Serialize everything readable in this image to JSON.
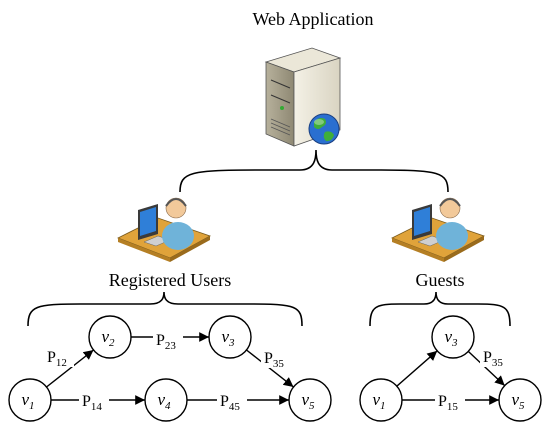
{
  "title": "Web Application",
  "groups": {
    "registered": "Registered Users",
    "guests": "Guests"
  },
  "registered_graph": {
    "nodes": [
      {
        "id": "v1",
        "name": "v",
        "sub": "1"
      },
      {
        "id": "v2",
        "name": "v",
        "sub": "2"
      },
      {
        "id": "v3",
        "name": "v",
        "sub": "3"
      },
      {
        "id": "v4",
        "name": "v",
        "sub": "4"
      },
      {
        "id": "v5",
        "name": "v",
        "sub": "5"
      }
    ],
    "edges": [
      {
        "from": "v1",
        "to": "v2",
        "name": "P",
        "sub": "12"
      },
      {
        "from": "v2",
        "to": "v3",
        "name": "P",
        "sub": "23"
      },
      {
        "from": "v3",
        "to": "v5",
        "name": "P",
        "sub": "35"
      },
      {
        "from": "v1",
        "to": "v4",
        "name": "P",
        "sub": "14"
      },
      {
        "from": "v4",
        "to": "v5",
        "name": "P",
        "sub": "45"
      }
    ]
  },
  "guest_graph": {
    "nodes": [
      {
        "id": "v1",
        "name": "v",
        "sub": "1"
      },
      {
        "id": "v3",
        "name": "v",
        "sub": "3"
      },
      {
        "id": "v5",
        "name": "v",
        "sub": "5"
      }
    ],
    "edges": [
      {
        "from": "v1",
        "to": "v3",
        "name": "",
        "sub": ""
      },
      {
        "from": "v3",
        "to": "v5",
        "name": "P",
        "sub": "35"
      },
      {
        "from": "v1",
        "to": "v5",
        "name": "P",
        "sub": "15"
      }
    ]
  },
  "icons": {
    "server": "server-icon",
    "globe": "globe-icon",
    "user": "user-at-computer-icon"
  },
  "colors": {
    "globe_blue": "#2a6fd0",
    "globe_green": "#3fae3a",
    "desk": "#e0a33a",
    "monitor_screen": "#2f7fd8",
    "person_shirt": "#6fb3d9",
    "person_head": "#f2c99a"
  }
}
